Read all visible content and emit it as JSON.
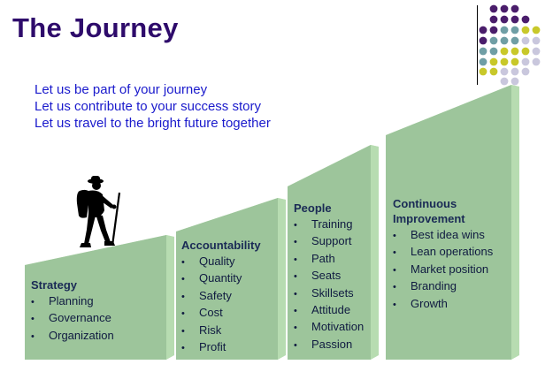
{
  "title": "The Journey",
  "taglines": [
    "Let us be part of your journey",
    "Let us contribute to your success story",
    "Let us travel to the bright future together"
  ],
  "colors": {
    "title": "#2e0b6b",
    "tagline": "#1a1acc",
    "step_front": "#9dc59b",
    "step_top": "#c9e8c0",
    "step_side": "#b7dcb1",
    "dot_purple": "#4a1d6b",
    "dot_teal": "#6f9ea5",
    "dot_yellow": "#c8c82a",
    "dot_lavender": "#c9c7dd"
  },
  "steps": [
    {
      "title": "Strategy",
      "items": [
        "Planning",
        "Governance",
        "Organization"
      ]
    },
    {
      "title": "Accountability",
      "items": [
        "Quality",
        "Quantity",
        "Safety",
        "Cost",
        "Risk",
        "Profit"
      ]
    },
    {
      "title": "People",
      "items": [
        "Training",
        "Support",
        "Path",
        "Seats",
        "Skillsets",
        "Attitude",
        "Motivation",
        "Passion"
      ]
    },
    {
      "title_lines": [
        "Continuous",
        "Improvement"
      ],
      "items": [
        "Best idea wins",
        "Lean operations",
        "Market position",
        "Branding",
        "Growth"
      ]
    }
  ],
  "bullet_glyph": "•",
  "icons": {
    "hiker": "hiker-silhouette-icon",
    "dots": "decorative-dot-grid"
  }
}
